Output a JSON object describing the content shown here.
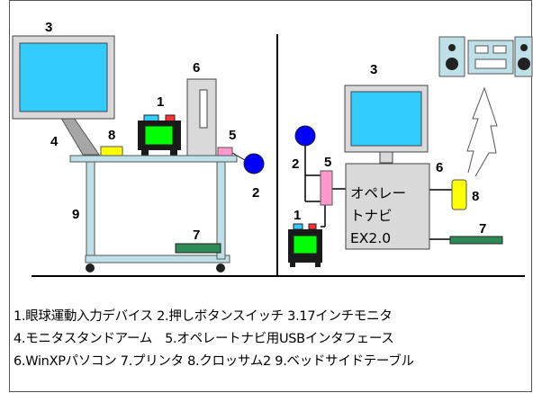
{
  "labels": {
    "n1a": "1",
    "n2a": "2",
    "n3a": "3",
    "n4a": "4",
    "n5a": "5",
    "n6a": "6",
    "n7a": "7",
    "n8a": "8",
    "n9a": "9",
    "n1b": "1",
    "n2b": "2",
    "n3b": "3",
    "n5b": "5",
    "n6b": "6",
    "n7b": "7",
    "n8b": "8"
  },
  "interface_box": {
    "line1": "オペレー",
    "line2": "トナビ",
    "line3": "EX2.0"
  },
  "legend": {
    "line1": "1.眼球運動入力デバイス 2.押しボタンスイッチ 3.17インチモニタ",
    "line2": "4.モニタスタンドアーム　5.オペレートナビ用USBインタフェース",
    "line3": "6.WinXPパソコン 7.プリンタ 8.クロッサム2 9.ベッドサイドテーブル"
  },
  "colors": {
    "screen": "#33ccff",
    "device_body": "#1a1a1a",
    "device_face": "#00ff00",
    "switch_blue": "#0000ff",
    "usb_pink": "#ff99cc",
    "yellow": "#ffff00",
    "printer_green": "#2e8b57",
    "table": "#c0e0e8",
    "pc_gray": "#d9d9d9"
  }
}
